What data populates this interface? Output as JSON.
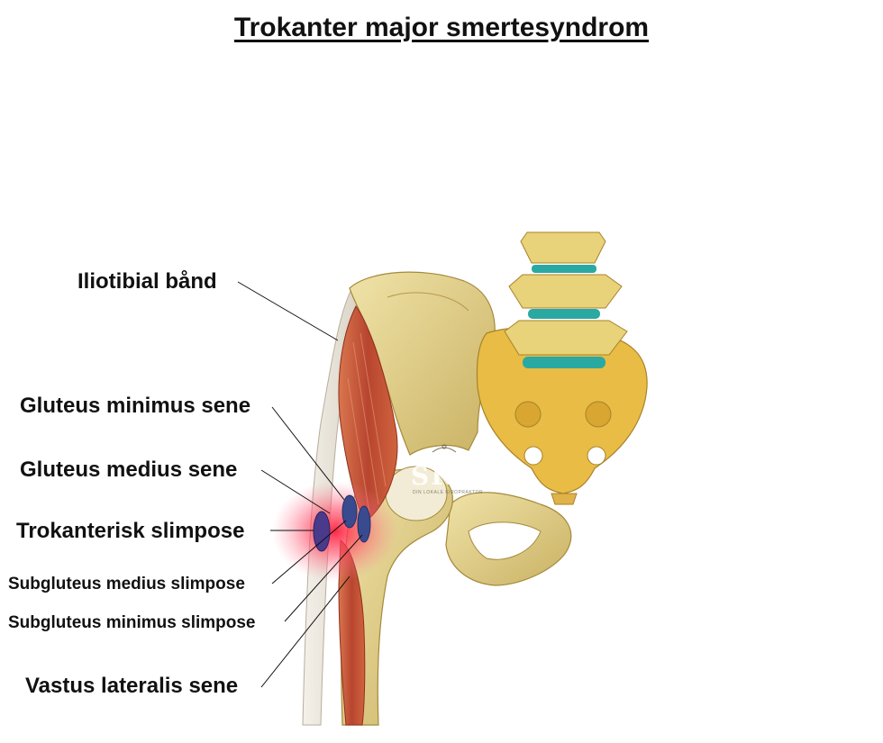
{
  "title": "Trokanter major smertesyndrom",
  "labels": {
    "iliotibial": "Iliotibial bånd",
    "gmin_sene": "Gluteus minimus sene",
    "gmed_sene": "Gluteus medius sene",
    "trok_slimpose": "Trokanterisk slimpose",
    "subgmed": "Subgluteus medius slimpose",
    "subgmin": "Subgluteus minimus slimpose",
    "vastus": "Vastus lateralis sene"
  },
  "logo": {
    "text": "SKK",
    "subtext": "DIN LOKALE KIROPRAKTOR"
  },
  "colors": {
    "bone": "#e6d48a",
    "bone_dark": "#b89c45",
    "sacrum": "#e7b93c",
    "muscle": "#c9553a",
    "disc": "#2aa9a2",
    "bursa": "#3a4a8e",
    "inflammation": "#ff2b4a"
  }
}
